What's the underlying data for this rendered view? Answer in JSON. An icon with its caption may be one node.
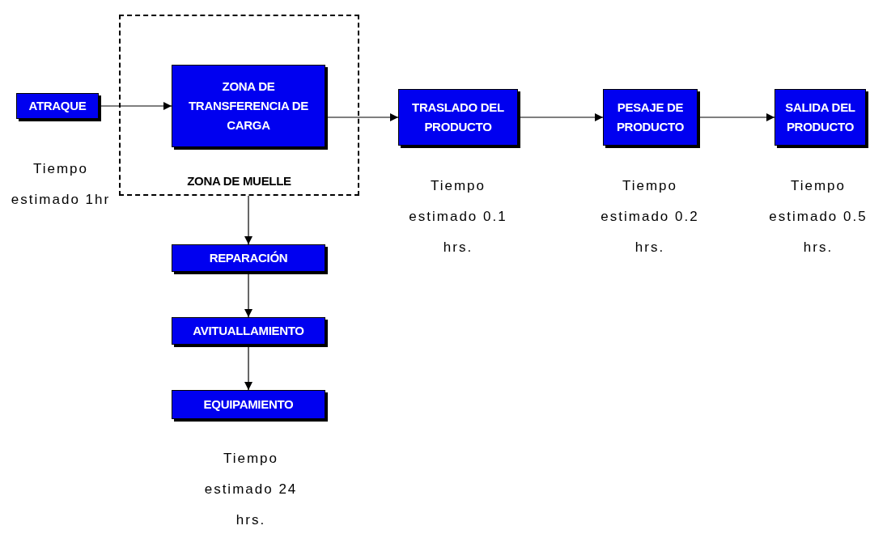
{
  "diagram": {
    "nodes": [
      {
        "text": [
          "ZONA DE MUELLE"
        ]
      },
      {
        "text": [
          "ATRAQUE"
        ],
        "beside": [
          "Tiempo estimado 1hr"
        ]
      },
      {
        "text": [
          "ZONA DE TRANSFERENCIA DE CARGA"
        ],
        "in": 0
      },
      {
        "text": [
          "TRASLADO DEL PRODUCTO"
        ],
        "beside": [
          "Tiempo estimado 0.1 hrs."
        ]
      },
      {
        "text": [
          "PESAJE DE PRODUCTO"
        ],
        "beside": [
          "Tiempo estimado 0.2 hrs."
        ]
      },
      {
        "text": [
          "SALIDA DEL PRODUCTO"
        ],
        "beside": [
          "Tiempo estimado 0.5 hrs."
        ]
      },
      {
        "text": [
          "REPARACIÓN"
        ]
      },
      {
        "text": [
          "AVITUALLAMIENTO"
        ]
      },
      {
        "text": [
          "EQUIPAMIENTO"
        ],
        "beside": [
          "Tiempo estimado 24 hrs."
        ]
      }
    ],
    "edges": [
      {
        "from": 1,
        "to": 2,
        "arrow": "to"
      },
      {
        "from": 2,
        "to": 3,
        "arrow": "to"
      },
      {
        "from": 3,
        "to": 4,
        "arrow": "to"
      },
      {
        "from": 4,
        "to": 5,
        "arrow": "to"
      },
      {
        "from": 0,
        "to": 6,
        "arrow": "to"
      },
      {
        "from": 6,
        "to": 7,
        "arrow": "to"
      },
      {
        "from": 7,
        "to": 8,
        "arrow": "to"
      }
    ]
  }
}
